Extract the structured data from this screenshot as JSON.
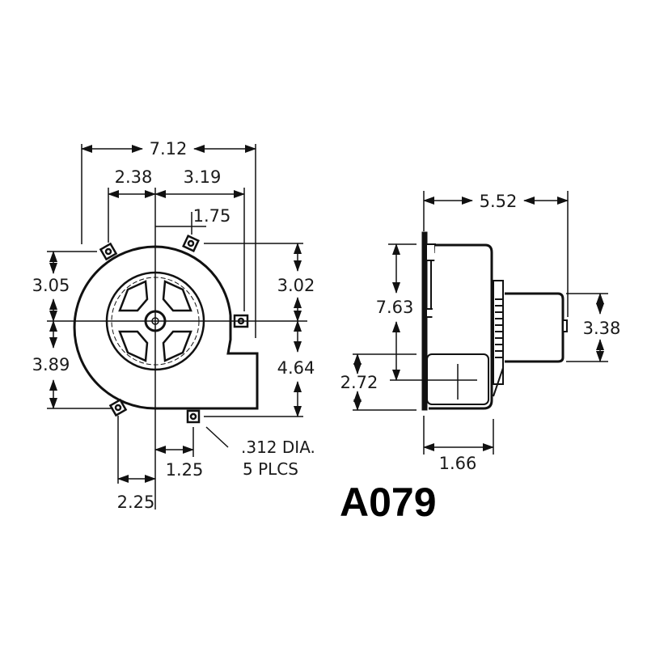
{
  "model": "A079",
  "front_view": {
    "dimensions": {
      "overall_width": "7.12",
      "left_to_center": "2.38",
      "center_to_right": "3.19",
      "center_offset": "1.75",
      "upper_left_height": "3.05",
      "lower_left_height": "3.89",
      "upper_right_height": "3.02",
      "lower_right_height": "4.64",
      "bottom_offset_1": "1.25",
      "bottom_offset_2": "2.25"
    },
    "hole_note_line1": ".312 DIA.",
    "hole_note_line2": "5 PLCS"
  },
  "side_view": {
    "dimensions": {
      "overall_depth": "5.52",
      "height": "7.63",
      "motor_height": "3.38",
      "outlet_height": "2.72",
      "outlet_width": "1.66"
    }
  },
  "colors": {
    "line": "#111111",
    "background": "#ffffff"
  }
}
